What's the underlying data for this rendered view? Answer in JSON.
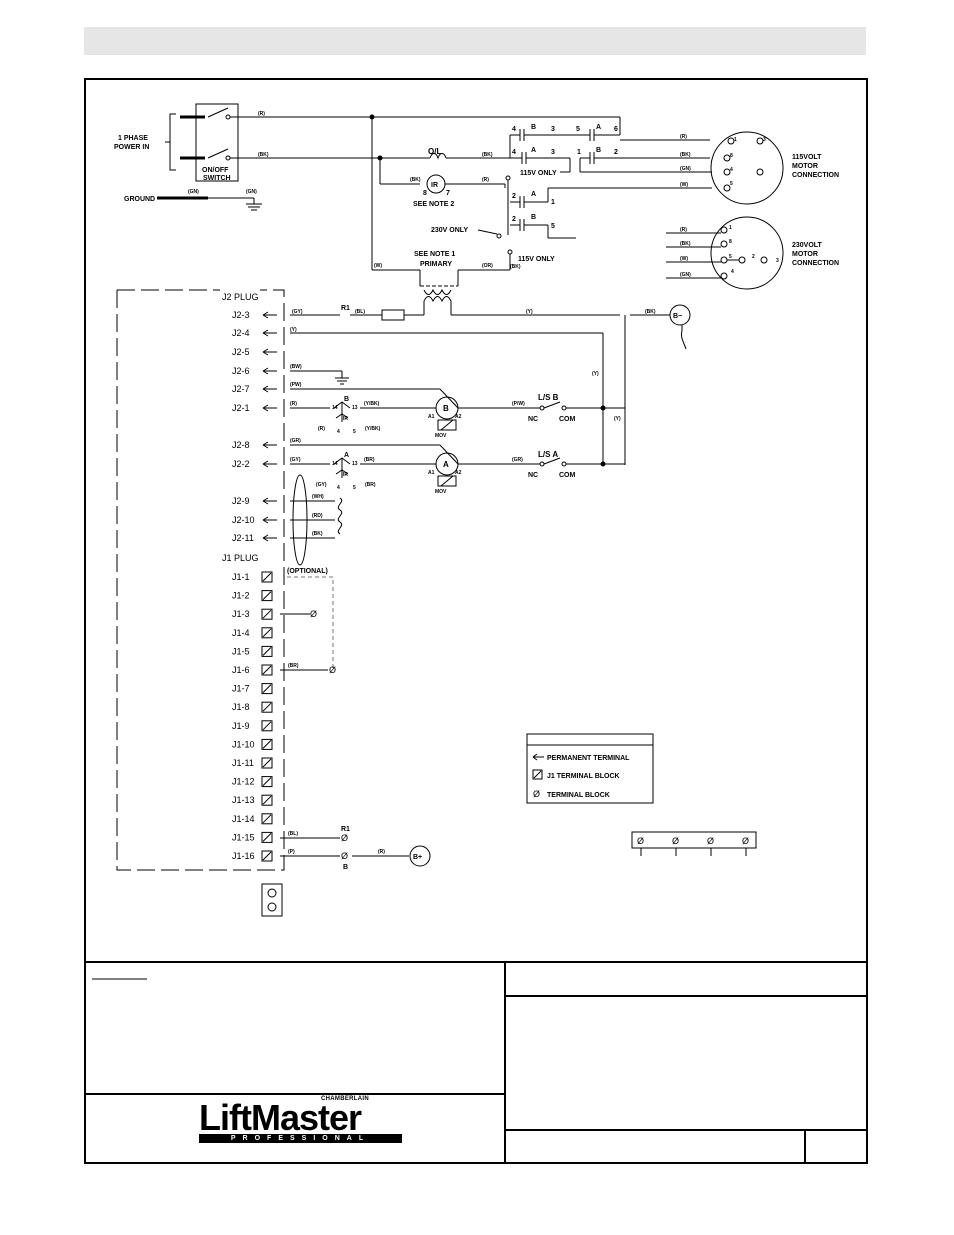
{
  "header": {
    "bar": ""
  },
  "power": {
    "phase_label_1": "1 PHASE",
    "phase_label_2": "POWER IN",
    "switch_label_1": "ON/OFF",
    "switch_label_2": "SWITCH",
    "ground_label": "GROUND"
  },
  "wires": {
    "r": "(R)",
    "bk": "(BK)",
    "gn": "(GN)",
    "w": "(W)",
    "or": "(OR)",
    "y": "(Y)",
    "bl": "(BL)",
    "gy": "(GY)",
    "bw": "(BW)",
    "pw": "(PW)",
    "yb": "(Y/BK)",
    "br": "(BR)",
    "pw2": "(P/W)",
    "gr": "(GR)",
    "wh": "(WH)",
    "rd": "(RD)",
    "p": "(P)"
  },
  "components": {
    "ol": "O/L",
    "ir": "IR",
    "see_note_2": "SEE NOTE 2",
    "see_note_1": "SEE NOTE 1",
    "primary": "PRIMARY",
    "only_115": "115V ONLY",
    "only_230": "230V ONLY",
    "r1": "R1",
    "b": "B",
    "a": "A",
    "b_minus": "B−",
    "b_plus": "B+",
    "ls_b": "L/S  B",
    "ls_a": "L/S  A",
    "nc": "NC",
    "com": "COM",
    "mov": "MOV",
    "optional": "(OPTIONAL)"
  },
  "motor": {
    "m115_1": "115VOLT",
    "m115_2": "MOTOR",
    "m115_3": "CONNECTION",
    "m230_1": "230VOLT",
    "m230_2": "MOTOR",
    "m230_3": "CONNECTION"
  },
  "j2": {
    "plug": "J2 PLUG",
    "pins": [
      "J2-3",
      "J2-4",
      "J2-5",
      "J2-6",
      "J2-7",
      "J2-1",
      "J2-8",
      "J2-2",
      "J2-9",
      "J2-10",
      "J2-11"
    ]
  },
  "j1": {
    "plug": "J1 PLUG",
    "pins": [
      "J1-1",
      "J1-2",
      "J1-3",
      "J1-4",
      "J1-5",
      "J1-6",
      "J1-7",
      "J1-8",
      "J1-9",
      "J1-10",
      "J1-11",
      "J1-12",
      "J1-13",
      "J1-14",
      "J1-15",
      "J1-16"
    ]
  },
  "legend": {
    "title": "",
    "permanent": "PERMANENT TERMINAL",
    "j1_block": "J1 TERMINAL BLOCK",
    "terminal_block": "TERMINAL BLOCK"
  },
  "logo": {
    "chamberlain": "CHAMBERLAIN",
    "liftmaster": "LiftMaster",
    "professional": "PROFESSIONAL"
  }
}
